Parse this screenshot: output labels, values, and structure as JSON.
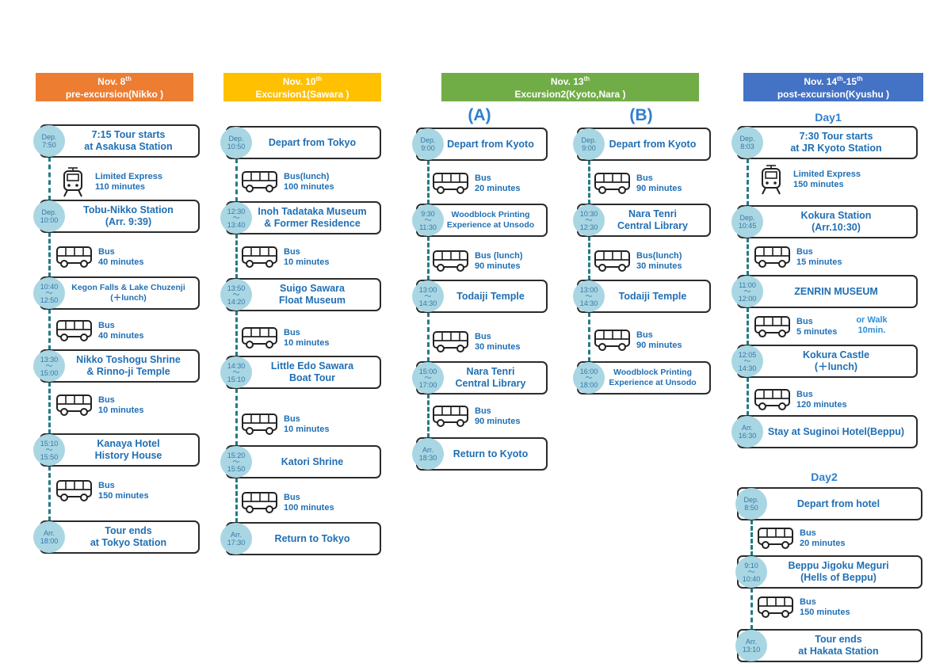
{
  "icons": {
    "bus": "bus-icon",
    "train": "train-icon"
  },
  "colors": {
    "nikko": "#ed7d31",
    "sawara": "#ffc000",
    "kyoto": "#70ad47",
    "kyushu": "#4472c4",
    "box_text": "#1f6fb4",
    "circle": "#a9d6e3",
    "dash": "#237b86"
  },
  "headers": {
    "nikko": {
      "date": "Nov. 8",
      "sup": "th",
      "sup2": "",
      "date2": "",
      "title": "pre-excursion(Nikko )"
    },
    "sawara": {
      "date": "Nov. 10",
      "sup": "th",
      "sup2": "",
      "date2": "",
      "title": "Excursion1(Sawara )"
    },
    "kyoto": {
      "date": "Nov. 13",
      "sup": "th",
      "sup2": "",
      "date2": "",
      "title": "Excursion2(Kyoto,Nara )"
    },
    "kyushu": {
      "date": "Nov. 14",
      "sup": "th",
      "date2": "-15",
      "sup2": "th",
      "title": "post-excursion(Kyushu )"
    }
  },
  "subheads": {
    "a": "(A)",
    "b": "(B)",
    "day1": "Day1",
    "day2": "Day2"
  },
  "note": {
    "l1": "or Walk",
    "l2": "10min."
  },
  "nikko": {
    "stops": [
      {
        "t1": "Dep.",
        "t2": "",
        "t3": "7:50",
        "l1": "7:15 Tour starts",
        "l2": "at Asakusa Station"
      },
      {
        "t1": "Dep.",
        "t2": "",
        "t3": "10:00",
        "l1": "Tobu-Nikko Station",
        "l2": "(Arr. 9:39)"
      },
      {
        "t1": "10:40",
        "t2": "〜",
        "t3": "12:50",
        "l1": "Kegon Falls & Lake Chuzenji",
        "l2": "(＋lunch)"
      },
      {
        "t1": "13:30",
        "t2": "〜",
        "t3": "15:00",
        "l1": "Nikko Toshogu Shrine",
        "l2": "& Rinno-ji Temple"
      },
      {
        "t1": "15:10",
        "t2": "〜",
        "t3": "15:50",
        "l1": "Kanaya Hotel",
        "l2": "History House"
      },
      {
        "t1": "Arr.",
        "t2": "",
        "t3": "18:00",
        "l1": "Tour ends",
        "l2": "at Tokyo Station"
      }
    ],
    "transports": [
      {
        "l1": "Limited Express",
        "l2": "110 minutes"
      },
      {
        "l1": "Bus",
        "l2": "40 minutes"
      },
      {
        "l1": "Bus",
        "l2": "40 minutes"
      },
      {
        "l1": "Bus",
        "l2": "10 minutes"
      },
      {
        "l1": "Bus",
        "l2": "150 minutes"
      }
    ]
  },
  "sawara": {
    "stops": [
      {
        "t1": "Dep.",
        "t2": "",
        "t3": "10:50",
        "l1": "Depart from Tokyo",
        "l2": ""
      },
      {
        "t1": "12:30",
        "t2": "〜",
        "t3": "13:40",
        "l1": "Inoh Tadataka Museum",
        "l2": "& Former Residence"
      },
      {
        "t1": "13:50",
        "t2": "〜",
        "t3": "14:20",
        "l1": "Suigo Sawara",
        "l2": "Float Museum"
      },
      {
        "t1": "14:30",
        "t2": "〜",
        "t3": "15:10",
        "l1": "Little Edo Sawara",
        "l2": "Boat Tour"
      },
      {
        "t1": "15:20",
        "t2": "〜",
        "t3": "15:50",
        "l1": "Katori Shrine",
        "l2": ""
      },
      {
        "t1": "Arr.",
        "t2": "",
        "t3": "17:30",
        "l1": "Return to Tokyo",
        "l2": ""
      }
    ],
    "transports": [
      {
        "l1": "Bus(lunch)",
        "l2": "100 minutes"
      },
      {
        "l1": "Bus",
        "l2": "10 minutes"
      },
      {
        "l1": "Bus",
        "l2": "10 minutes"
      },
      {
        "l1": "Bus",
        "l2": "10 minutes"
      },
      {
        "l1": "Bus",
        "l2": "100 minutes"
      }
    ]
  },
  "kyotoA": {
    "stops": [
      {
        "t1": "Dep.",
        "t2": "",
        "t3": "9:00",
        "l1": "Depart from Kyoto",
        "l2": ""
      },
      {
        "t1": "9:30",
        "t2": "〜",
        "t3": "11:30",
        "l1": "Woodblock Printing",
        "l2": "Experience at Unsodo"
      },
      {
        "t1": "13:00",
        "t2": "〜",
        "t3": "14:30",
        "l1": "Todaiji Temple",
        "l2": ""
      },
      {
        "t1": "15:00",
        "t2": "〜",
        "t3": "17:00",
        "l1": "Nara Tenri",
        "l2": "Central Library"
      },
      {
        "t1": "Arr.",
        "t2": "",
        "t3": "18:30",
        "l1": "Return to Kyoto",
        "l2": ""
      }
    ],
    "transports": [
      {
        "l1": "Bus",
        "l2": "20 minutes"
      },
      {
        "l1": "Bus (lunch)",
        "l2": "90 minutes"
      },
      {
        "l1": "Bus",
        "l2": "30 minutes"
      },
      {
        "l1": "Bus",
        "l2": "90 minutes"
      }
    ]
  },
  "kyotoB": {
    "stops": [
      {
        "t1": "Dep.",
        "t2": "",
        "t3": "9:00",
        "l1": "Depart from Kyoto",
        "l2": ""
      },
      {
        "t1": "10:30",
        "t2": "〜",
        "t3": "12:30",
        "l1": "Nara Tenri",
        "l2": "Central Library"
      },
      {
        "t1": "13:00",
        "t2": "〜",
        "t3": "14:30",
        "l1": "Todaiji Temple",
        "l2": ""
      },
      {
        "t1": "16:00",
        "t2": "〜",
        "t3": "18:00",
        "l1": "Woodblock Printing",
        "l2": "Experience at Unsodo"
      }
    ],
    "transports": [
      {
        "l1": "Bus",
        "l2": "90 minutes"
      },
      {
        "l1": "Bus(lunch)",
        "l2": "30 minutes"
      },
      {
        "l1": "Bus",
        "l2": "90 minutes"
      }
    ]
  },
  "kyushu1": {
    "stops": [
      {
        "t1": "Dep.",
        "t2": "",
        "t3": "8:03",
        "l1": "7:30 Tour starts",
        "l2": "at JR Kyoto Station"
      },
      {
        "t1": "Dep.",
        "t2": "",
        "t3": "10:45",
        "l1": "Kokura Station",
        "l2": "(Arr.10:30)"
      },
      {
        "t1": "11:00",
        "t2": "〜",
        "t3": "12:00",
        "l1": "ZENRIN MUSEUM",
        "l2": ""
      },
      {
        "t1": "12:05",
        "t2": "〜",
        "t3": "14:30",
        "l1": "Kokura Castle",
        "l2": "(＋lunch)"
      },
      {
        "t1": "Arr.",
        "t2": "",
        "t3": "16:30",
        "l1": "Stay at Suginoi Hotel(Beppu)",
        "l2": ""
      }
    ],
    "transports": [
      {
        "l1": "Limited Express",
        "l2": "150 minutes"
      },
      {
        "l1": "Bus",
        "l2": "15 minutes"
      },
      {
        "l1": "Bus",
        "l2": "5 minutes"
      },
      {
        "l1": "Bus",
        "l2": "120 minutes"
      }
    ]
  },
  "kyushu2": {
    "stops": [
      {
        "t1": "Dep.",
        "t2": "",
        "t3": "8:50",
        "l1": "Depart from hotel",
        "l2": ""
      },
      {
        "t1": "9:10",
        "t2": "〜",
        "t3": "10:40",
        "l1": "Beppu Jigoku Meguri",
        "l2": "(Hells of Beppu)"
      },
      {
        "t1": "Arr.",
        "t2": "",
        "t3": "13:10",
        "l1": "Tour ends",
        "l2": "at Hakata Station"
      }
    ],
    "transports": [
      {
        "l1": "Bus",
        "l2": "20 minutes"
      },
      {
        "l1": "Bus",
        "l2": "150 minutes"
      }
    ]
  }
}
